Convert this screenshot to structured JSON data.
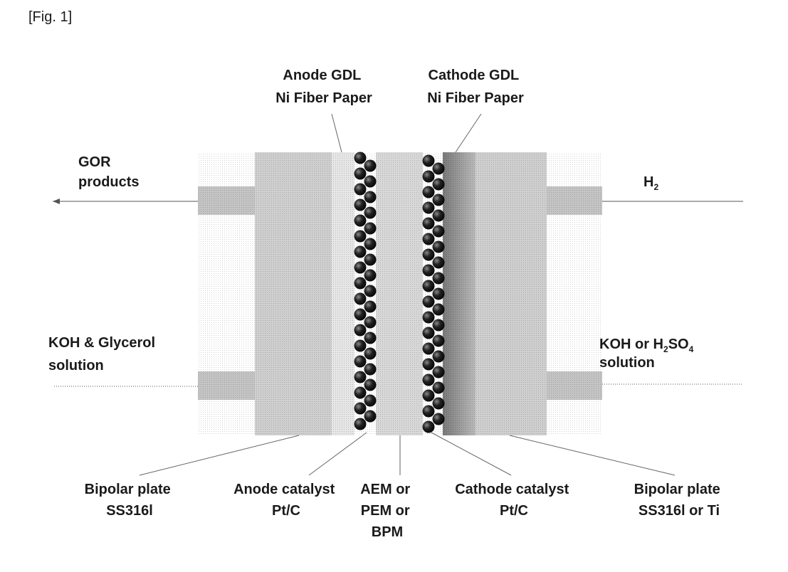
{
  "figure_label": "[Fig. 1]",
  "labels": {
    "anode_gdl": [
      "Anode GDL",
      "Ni Fiber Paper"
    ],
    "cathode_gdl": [
      "Cathode GDL",
      "Ni Fiber Paper"
    ],
    "gor_products": [
      "GOR",
      "products"
    ],
    "h2": {
      "base": "H",
      "sub": "2"
    },
    "koh_glycerol": [
      "KOH & Glycerol",
      "solution"
    ],
    "koh_h2so4": {
      "pre": "KOH or H",
      "sub1": "2",
      "mid": "SO",
      "sub2": "4",
      "line2": "solution"
    },
    "bipolar_left": [
      "Bipolar plate",
      "SS316l"
    ],
    "anode_catalyst": [
      "Anode catalyst",
      "Pt/C"
    ],
    "membrane": [
      "AEM or",
      "PEM or",
      "BPM"
    ],
    "cathode_catalyst": [
      "Cathode catalyst",
      "Pt/C"
    ],
    "bipolar_right": [
      "Bipolar plate",
      "SS316l or Ti"
    ]
  },
  "colors": {
    "plate": "#cfcfcf",
    "gdl_anode": "#e6e6e6",
    "membrane": "#d8d8d8",
    "gdl_cathode": "#9a9a9a",
    "port": "#c4c4c4",
    "catalyst": "#151515",
    "line": "#555555"
  }
}
